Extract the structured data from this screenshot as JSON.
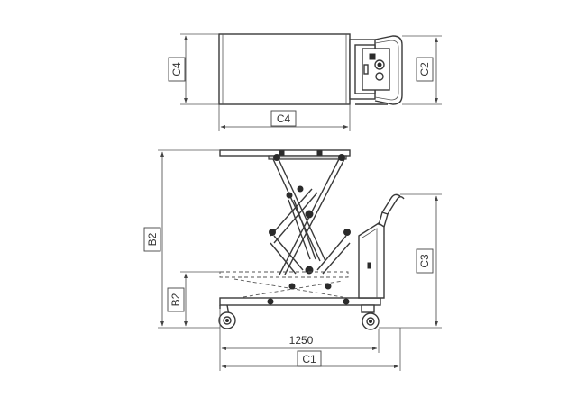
{
  "labels": {
    "top_width": "C4",
    "top_length": "C4",
    "top_handle_width": "C2",
    "side_max_height": "B2",
    "side_min_height": "B2",
    "side_handle_height": "C3",
    "side_length": "1250",
    "side_overall_length": "C1"
  },
  "colors": {
    "line": "#3a3a3a",
    "background": "#ffffff"
  }
}
